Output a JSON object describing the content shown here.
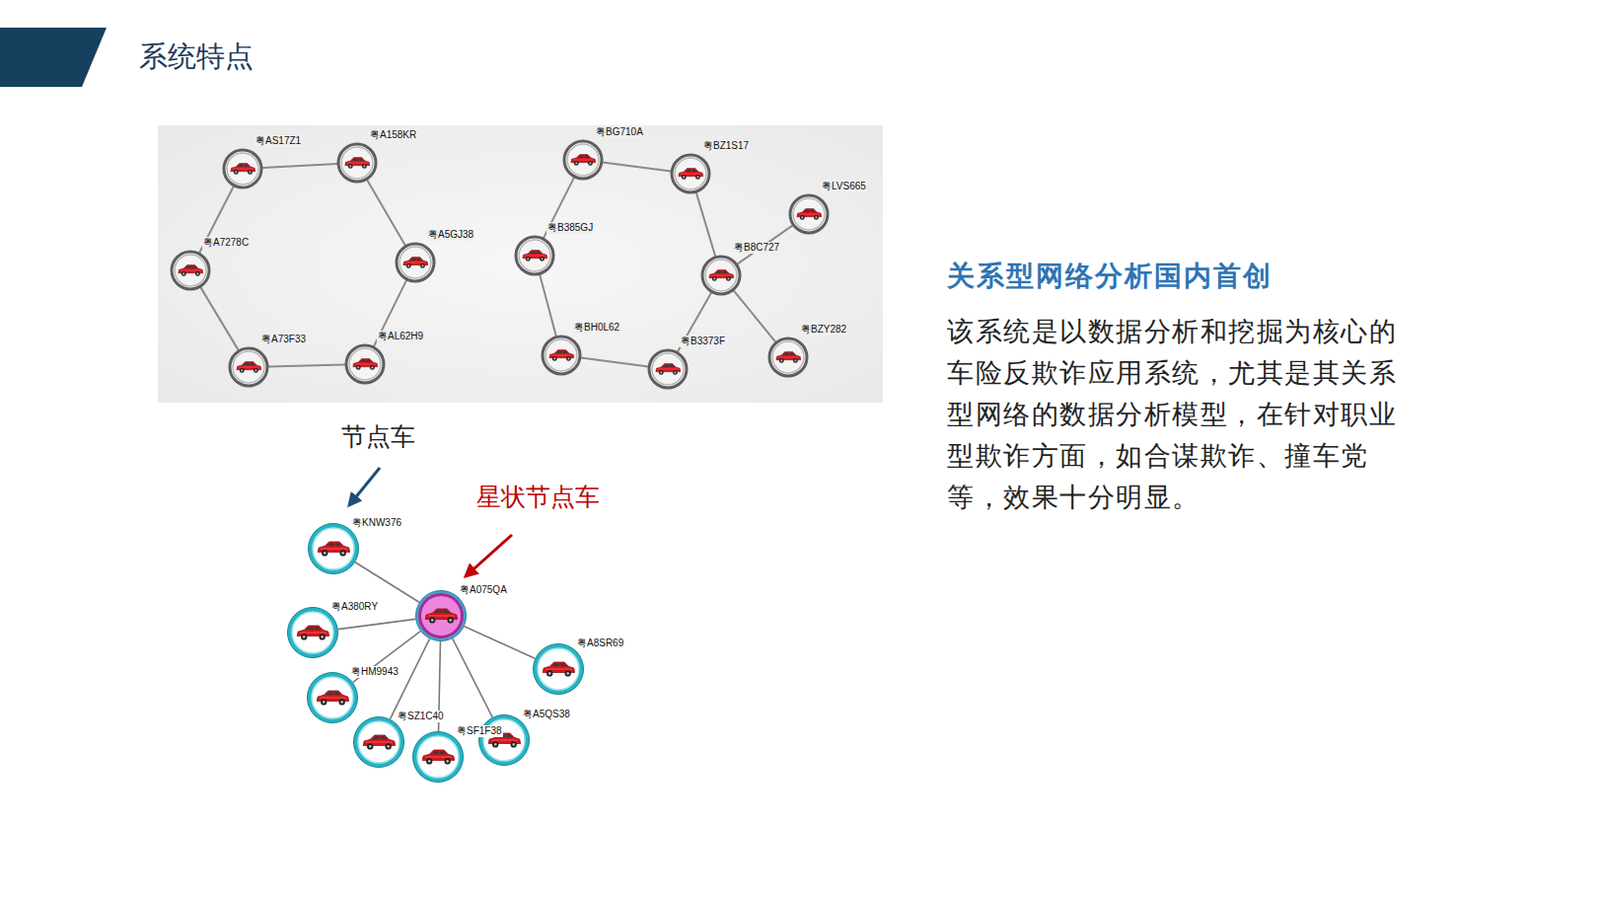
{
  "diagram": {
    "title": "系统特点",
    "nodes": [
      {
        "text": [
          "粤AS17Z1"
        ]
      },
      {
        "text": [
          "粤A158KR"
        ]
      },
      {
        "text": [
          "粤A7278C"
        ]
      },
      {
        "text": [
          "粤A5GJ38"
        ]
      },
      {
        "text": [
          "粤A73F33"
        ]
      },
      {
        "text": [
          "粤AL62H9"
        ]
      },
      {
        "text": [
          "粤BG710A"
        ]
      },
      {
        "text": [
          "粤BZ1S17"
        ]
      },
      {
        "text": [
          "粤LVS665"
        ]
      },
      {
        "text": [
          "粤B385GJ"
        ]
      },
      {
        "text": [
          "粤B8C727"
        ]
      },
      {
        "text": [
          "粤BH0L62"
        ]
      },
      {
        "text": [
          "粤B3373F"
        ]
      },
      {
        "text": [
          "粤BZY282"
        ]
      },
      {
        "text": [
          "粤KNW376"
        ]
      },
      {
        "text": [
          "粤A075QA"
        ]
      },
      {
        "text": [
          "粤A380RY"
        ]
      },
      {
        "text": [
          "粤A8SR69"
        ]
      },
      {
        "text": [
          "粤HM9943"
        ]
      },
      {
        "text": [
          "粤SZ1C40"
        ]
      },
      {
        "text": [
          "粤A5QS38"
        ]
      },
      {
        "text": [
          "粤SF1F38"
        ]
      }
    ],
    "edges": [
      {
        "from": 0,
        "to": 1,
        "arrow": "none"
      },
      {
        "from": 1,
        "to": 3,
        "arrow": "none"
      },
      {
        "from": 3,
        "to": 5,
        "arrow": "none"
      },
      {
        "from": 5,
        "to": 4,
        "arrow": "none"
      },
      {
        "from": 4,
        "to": 2,
        "arrow": "none"
      },
      {
        "from": 2,
        "to": 0,
        "arrow": "none"
      },
      {
        "from": 6,
        "to": 7,
        "arrow": "none"
      },
      {
        "from": 7,
        "to": 10,
        "arrow": "none"
      },
      {
        "from": 8,
        "to": 10,
        "arrow": "none"
      },
      {
        "from": 10,
        "to": 13,
        "arrow": "none"
      },
      {
        "from": 10,
        "to": 12,
        "arrow": "none"
      },
      {
        "from": 12,
        "to": 11,
        "arrow": "none"
      },
      {
        "from": 11,
        "to": 9,
        "arrow": "none"
      },
      {
        "from": 9,
        "to": 6,
        "arrow": "none"
      },
      {
        "from": 15,
        "to": 14,
        "arrow": "none"
      },
      {
        "from": 15,
        "to": 16,
        "arrow": "none"
      },
      {
        "from": 15,
        "to": 17,
        "arrow": "none"
      },
      {
        "from": 15,
        "to": 18,
        "arrow": "none"
      },
      {
        "from": 15,
        "to": 19,
        "arrow": "none"
      },
      {
        "from": 15,
        "to": 20,
        "arrow": "none"
      },
      {
        "from": 15,
        "to": 21,
        "arrow": "none"
      }
    ],
    "labels": [
      "节点车",
      "星状节点车",
      "关系型网络分析国内首创",
      "该系统是以数据分析和挖掘为核心的车险反欺诈应用系统，尤其是其关系型网络的数据分析模型，在针对职业型欺诈方面，如合谋欺诈、撞车党等，效果十分明显。"
    ]
  }
}
